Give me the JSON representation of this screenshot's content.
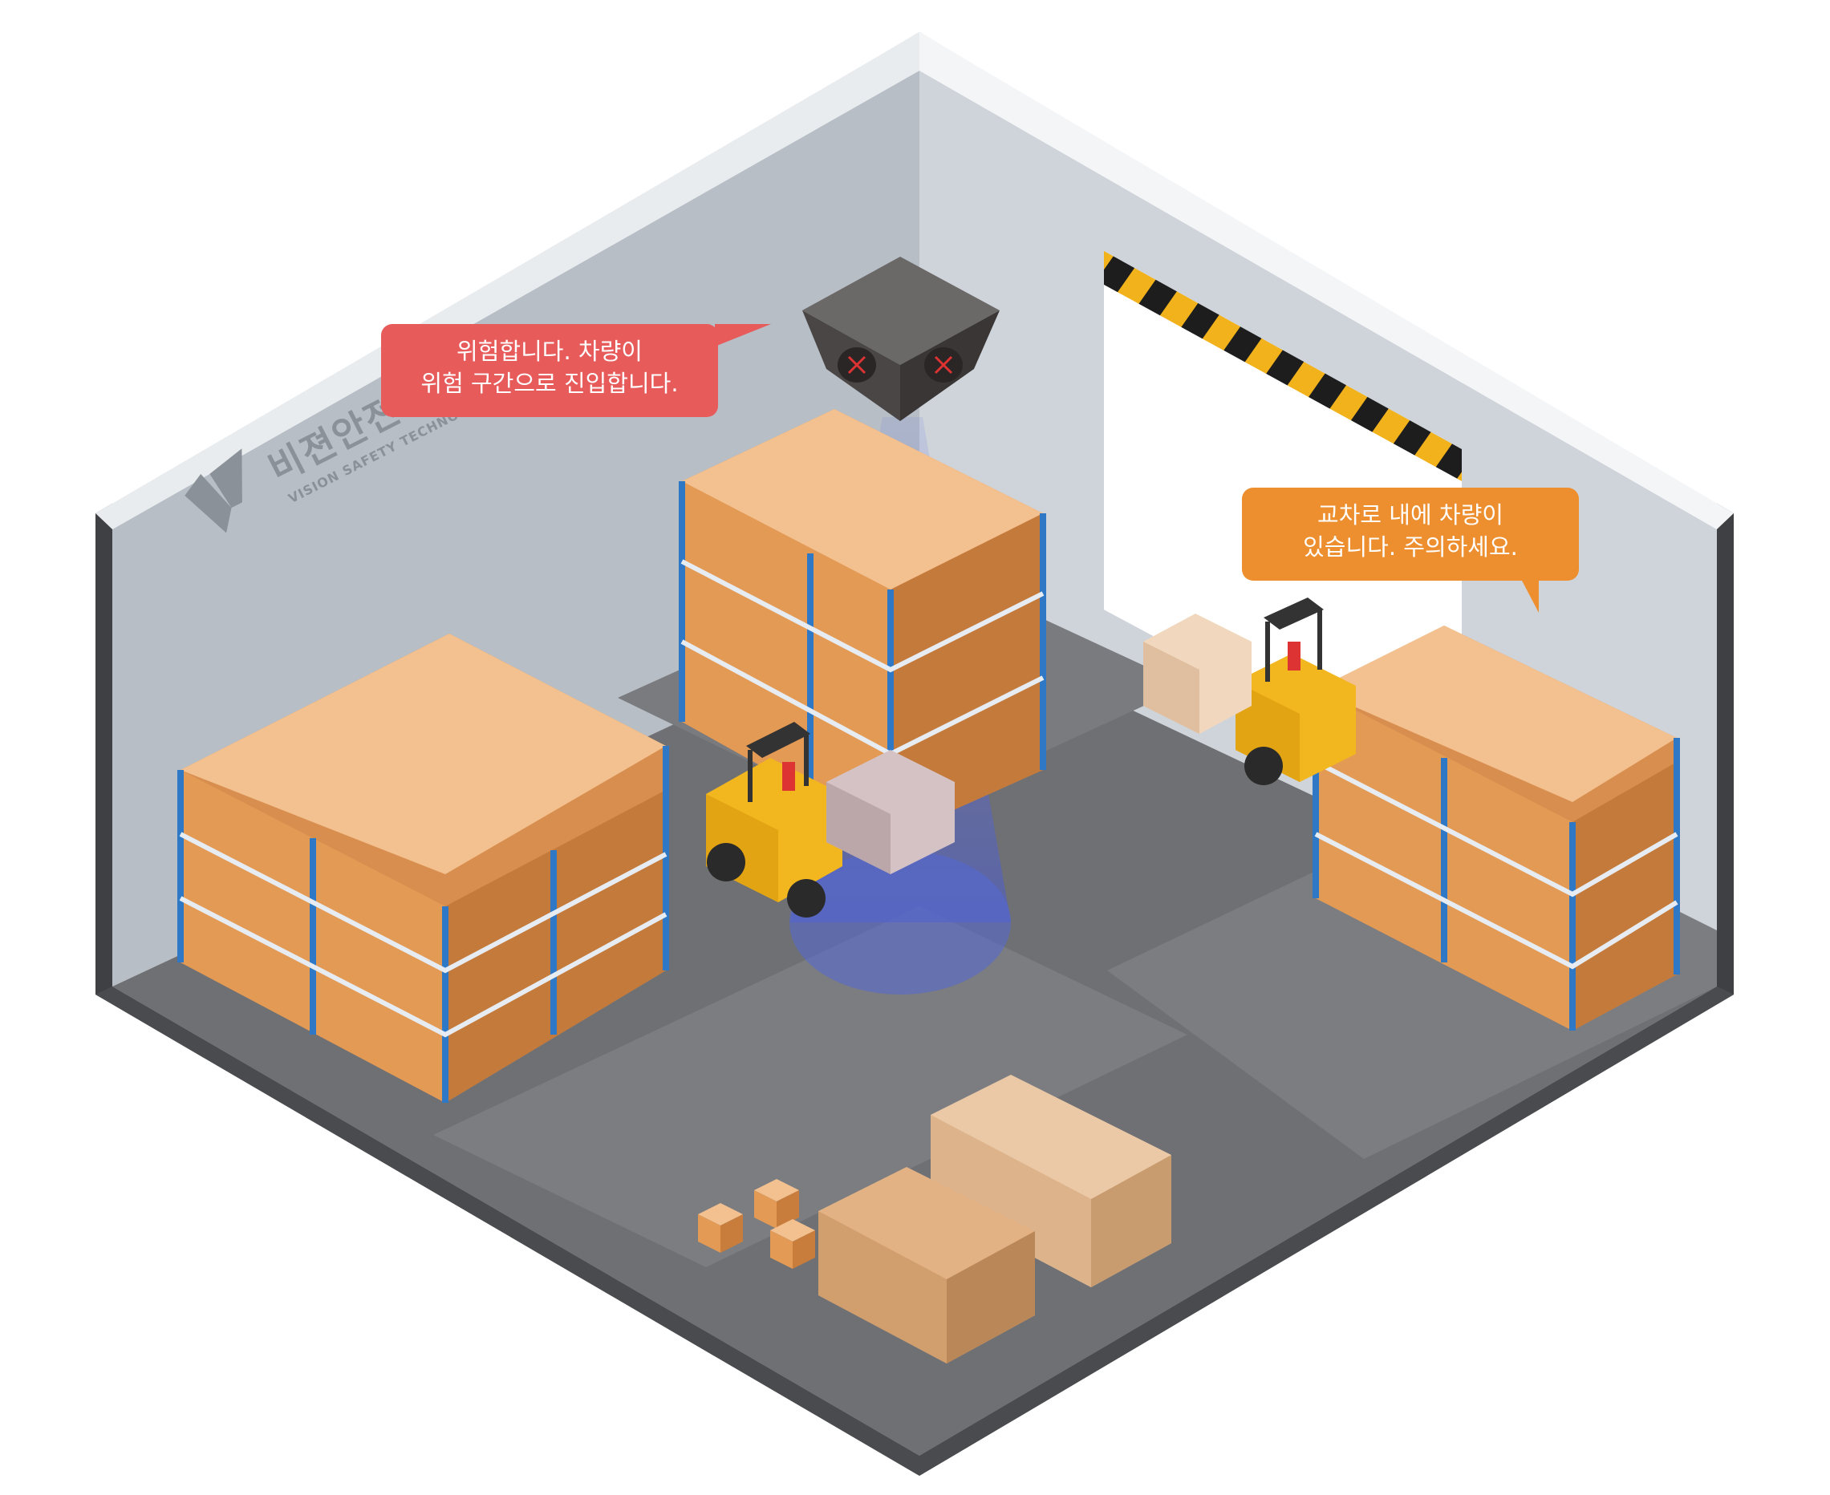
{
  "bubbles": {
    "danger": {
      "line1": "위험합니다. 차량이",
      "line2": "위험 구간으로 진입합니다."
    },
    "caution": {
      "line1": "교차로 내에 차량이",
      "line2": "있습니다. 주의하세요."
    }
  },
  "logo": {
    "ko": "비젼안전기술",
    "en": "VISION SAFETY TECHNOLOGY"
  },
  "colors": {
    "danger_bubble": "#e75b5b",
    "caution_bubble": "#ee8f2f",
    "wall_left": "#b7bec6",
    "wall_right": "#cfd4da",
    "floor": "#6f7073",
    "forklift": "#f2b61e",
    "cone": "#5b6fd6",
    "box": "#e8a262",
    "rack": "#2f78c6"
  },
  "icons": [
    "camera-sensor-icon",
    "forklift-icon",
    "box-icon",
    "hazard-stripe-icon"
  ]
}
